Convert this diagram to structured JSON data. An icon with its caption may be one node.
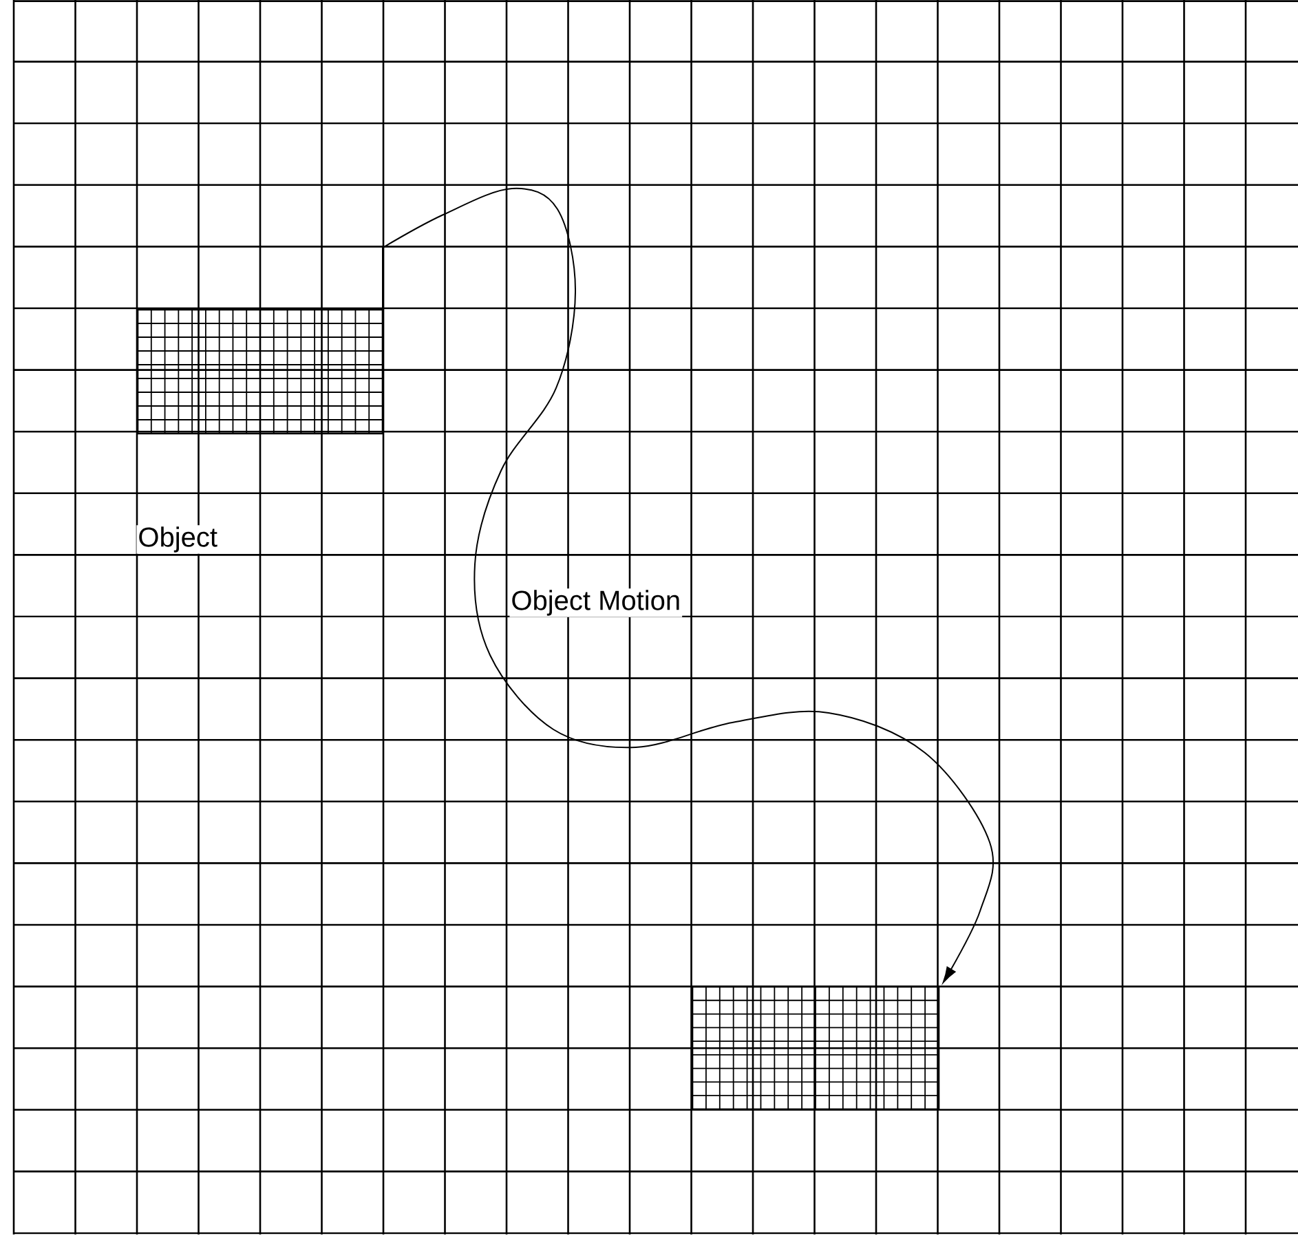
{
  "diagram": {
    "nodes": [
      {
        "text": [],
        "shape": "box",
        "beside": [
          "Object"
        ]
      },
      {
        "text": [],
        "shape": "box"
      }
    ],
    "edges": [
      {
        "from": 0,
        "to": 1,
        "arrow": "to",
        "label": "Object Motion"
      }
    ]
  }
}
